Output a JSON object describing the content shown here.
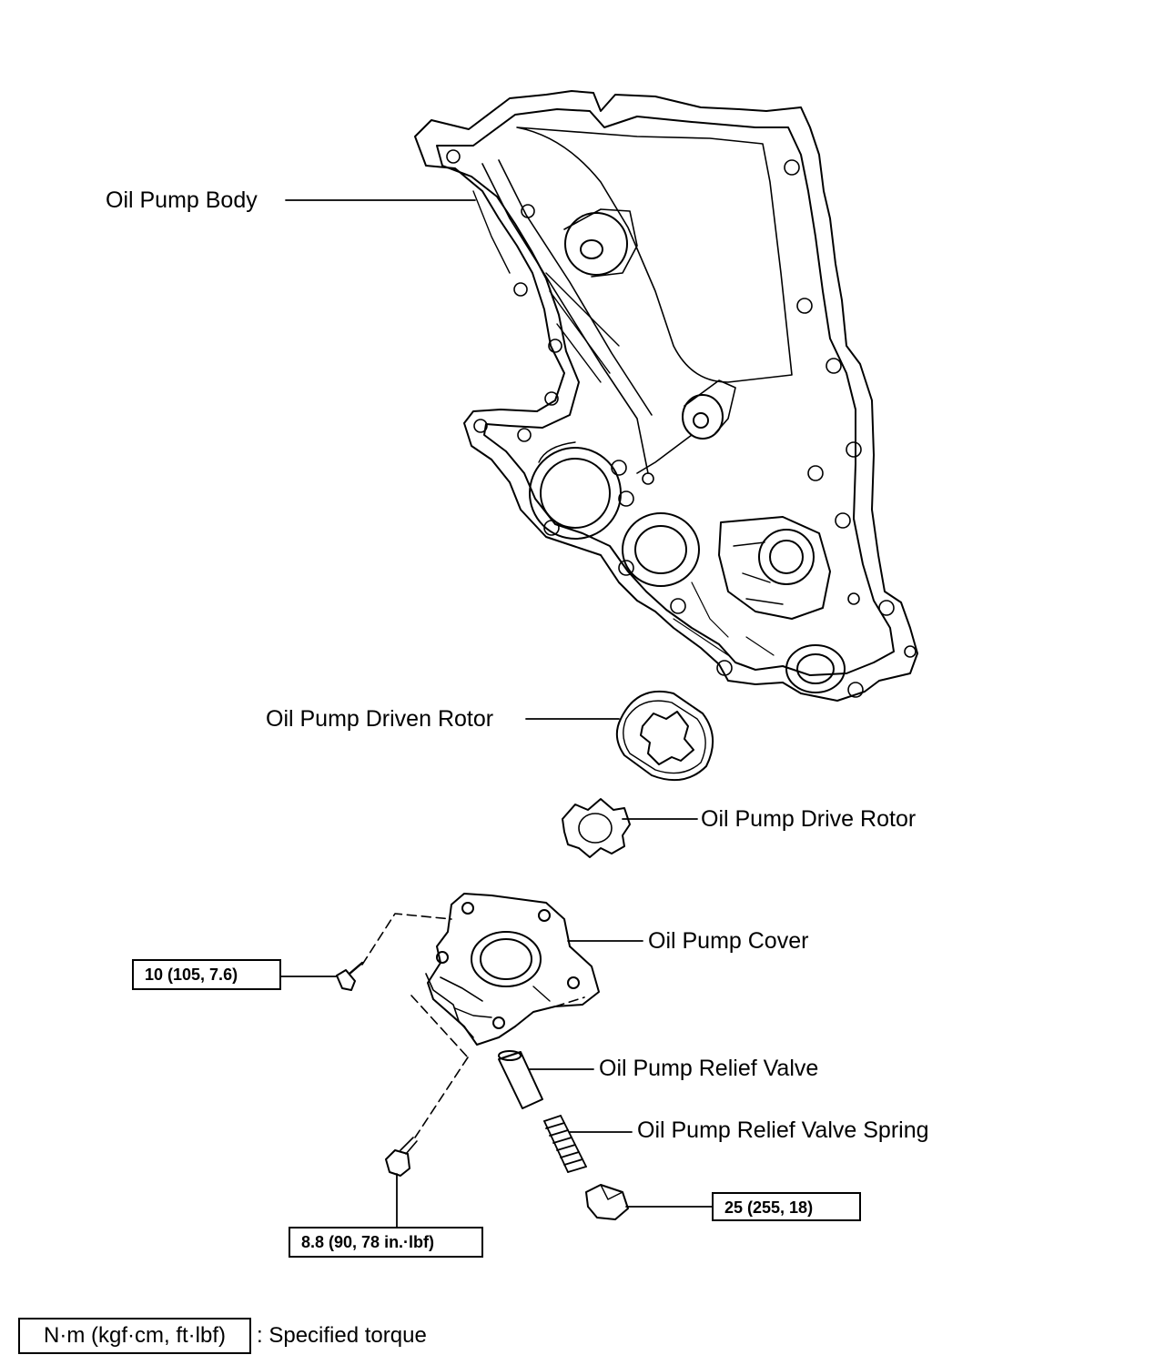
{
  "labels": {
    "oil_pump_body": "Oil Pump Body",
    "driven_rotor": "Oil Pump Driven Rotor",
    "drive_rotor": "Oil Pump Drive Rotor",
    "cover": "Oil Pump Cover",
    "relief_valve": "Oil Pump Relief Valve",
    "relief_valve_spring": "Oil Pump Relief Valve Spring"
  },
  "torques": {
    "cover_screw": "10 (105, 7.6)",
    "cover_bolt": "8.8 (90, 78 in.·lbf)",
    "relief_plug": "25 (255, 18)"
  },
  "legend": {
    "unit": "N·m (kgf·cm, ft·lbf)",
    "description": ": Specified torque"
  }
}
